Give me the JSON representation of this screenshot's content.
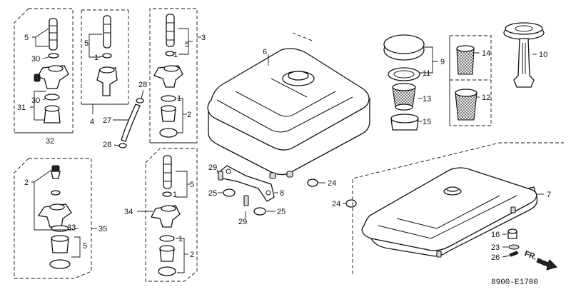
{
  "diagram": {
    "code": "8900-E1700",
    "front_label": "FR.",
    "callouts": {
      "g1_5": "5",
      "g1_30a": "30",
      "g1_30b": "30",
      "g1_31": "31",
      "g1_32": "32",
      "g2_5": "5",
      "g2_1": "1",
      "g2_4": "4",
      "g3_3": "3",
      "g3_5": "5",
      "g3_1a": "1",
      "g3_1b": "1",
      "g3_2": "2",
      "g4_28a": "28",
      "g4_27": "27",
      "g4_28b": "28",
      "g5_2": "2",
      "g5_33": "33",
      "g5_35": "35",
      "g5_5": "5",
      "g6_34": "34",
      "g6_5": "5",
      "g6_1a": "1",
      "g6_1b": "1",
      "g6_2": "2",
      "tank_6": "6",
      "cap_9": "9",
      "cap_11": "11",
      "cap_13": "13",
      "cap_15": "15",
      "filter_14": "14",
      "filter_12": "12",
      "gauge_10": "10",
      "bracket_29a": "29",
      "bracket_25a": "25",
      "bracket_8": "8",
      "bracket_29b": "29",
      "bracket_25b": "25",
      "nut_24a": "24",
      "nut_24b": "24",
      "tank_7": "7",
      "fit_16": "16",
      "fit_23": "23",
      "fit_26": "26"
    }
  }
}
